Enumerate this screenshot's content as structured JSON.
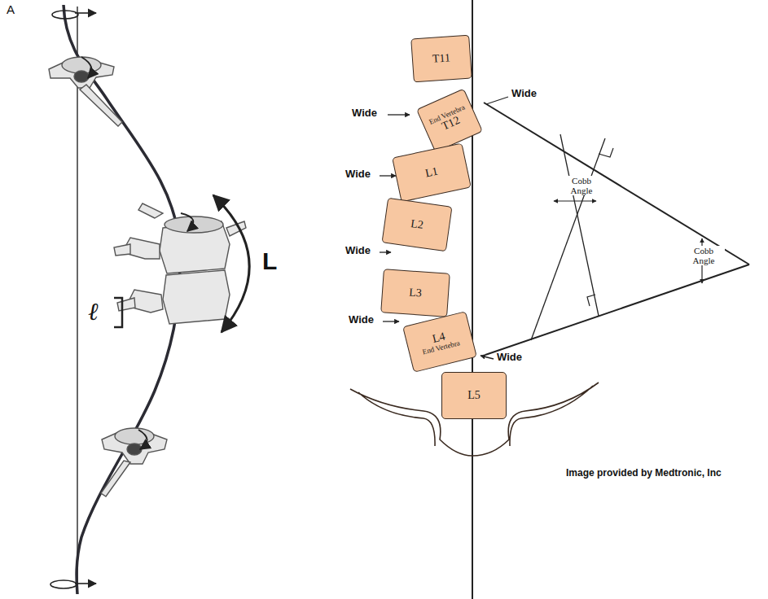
{
  "diagram": {
    "nodes": [
      {
        "text": [
          "T11"
        ]
      },
      {
        "text": [
          "End Vertebra",
          "T12"
        ]
      },
      {
        "text": [
          "L1"
        ]
      },
      {
        "text": [
          "L2"
        ]
      },
      {
        "text": [
          "L3"
        ]
      },
      {
        "text": [
          "L4",
          "End Vertebra"
        ]
      },
      {
        "text": [
          "L5"
        ]
      }
    ],
    "labels": [
      "A",
      "ℓ",
      "L",
      "Wide",
      "Wide",
      "Wide",
      "Wide",
      "Cobb Angle",
      "Cobb Angle",
      "Wide",
      "Wide",
      "Image provided by Medtronic, Inc"
    ]
  }
}
